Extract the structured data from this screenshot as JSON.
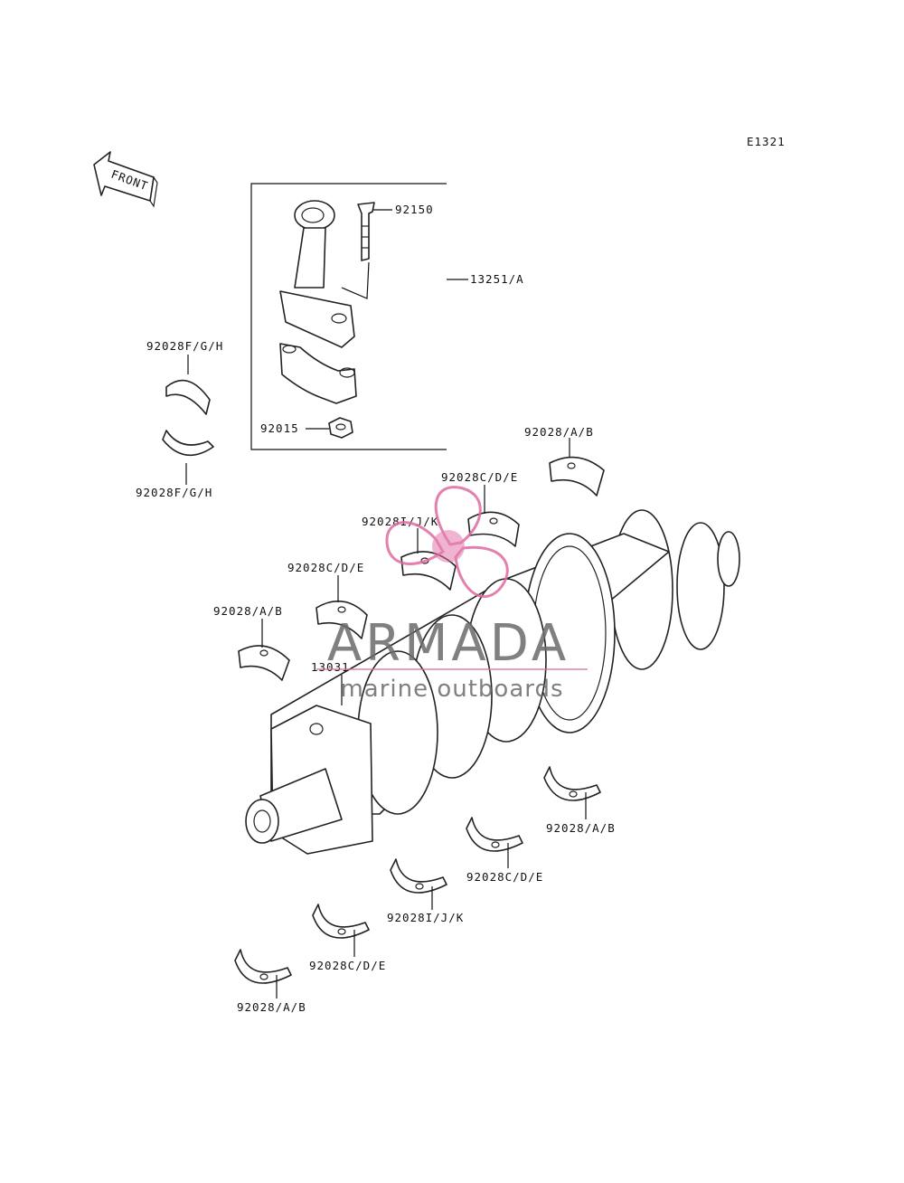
{
  "diagram_id": "E1321",
  "front_label": "FRONT",
  "labels": {
    "bolt": "92150",
    "conrod_assy": "13251/A",
    "nut": "92015",
    "conrod_bearing_upper": "92028F/G/H",
    "conrod_bearing_lower": "92028F/G/H",
    "main_upper_1": "92028/A/B",
    "main_upper_2": "92028C/D/E",
    "main_upper_3": "92028I/J/K",
    "main_upper_4": "92028C/D/E",
    "main_upper_5": "92028/A/B",
    "crankshaft": "13031",
    "main_lower_1": "92028/A/B",
    "main_lower_2": "92028C/D/E",
    "main_lower_3": "92028I/J/K",
    "main_lower_4": "92028C/D/E",
    "main_lower_5": "92028/A/B"
  },
  "watermark": {
    "brand": "ARMADA",
    "tagline": "marine outboards",
    "color_logo": "#e06aa0",
    "color_text": "#6b6b6b"
  }
}
